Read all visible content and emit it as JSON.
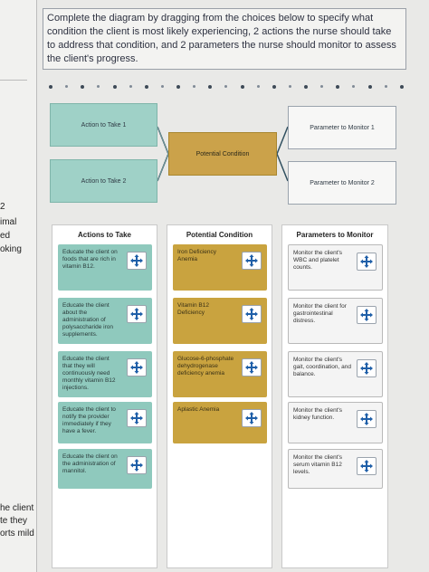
{
  "question": "Complete the diagram by dragging from the choices below to specify what condition the client is most likely experiencing, 2 actions the nurse should take to address that condition, and 2 parameters the nurse should monitor to assess the client's progress.",
  "left_edge": [
    "2",
    "imal",
    "ed",
    "oking",
    "he client",
    "te they",
    "orts mild"
  ],
  "diagram": {
    "action1": "Action to Take 1",
    "action2": "Action to Take 2",
    "condition": "Potential Condition",
    "param1": "Parameter to Monitor 1",
    "param2": "Parameter to Monitor 2"
  },
  "columns": {
    "actions": {
      "header": "Actions to Take",
      "items": [
        "Educate the client on foods that are rich in vitamin B12.",
        "Educate the client about the administration of polysaccharide iron supplements.",
        "Educate the client that they will continuously need monthly vitamin B12 injections.",
        "Educate the client to notify the provider immediately if they have a fever.",
        "Educate the client on the administration of mannitol."
      ]
    },
    "conditions": {
      "header": "Potential Condition",
      "items": [
        "Iron Deficiency Anemia",
        "Vitamin B12 Deficiency",
        "Glucose-6-phosphate dehydrogenase deficiency anemia",
        "Aplastic Anemia"
      ]
    },
    "parameters": {
      "header": "Parameters to Monitor",
      "items": [
        "Monitor the client's WBC and platelet counts.",
        "Monitor the client for gastrointestinal distress.",
        "Monitor the client's gait, coordination, and balance.",
        "Monitor the client's kidney function.",
        "Monitor the client's serum vitamin B12 levels."
      ]
    }
  },
  "colors": {
    "teal": "#8fc9bd",
    "gold": "#c9a33f",
    "handle_icon": "#1f5fa8"
  },
  "icons": {
    "drag_handle": "move-arrows-icon"
  }
}
